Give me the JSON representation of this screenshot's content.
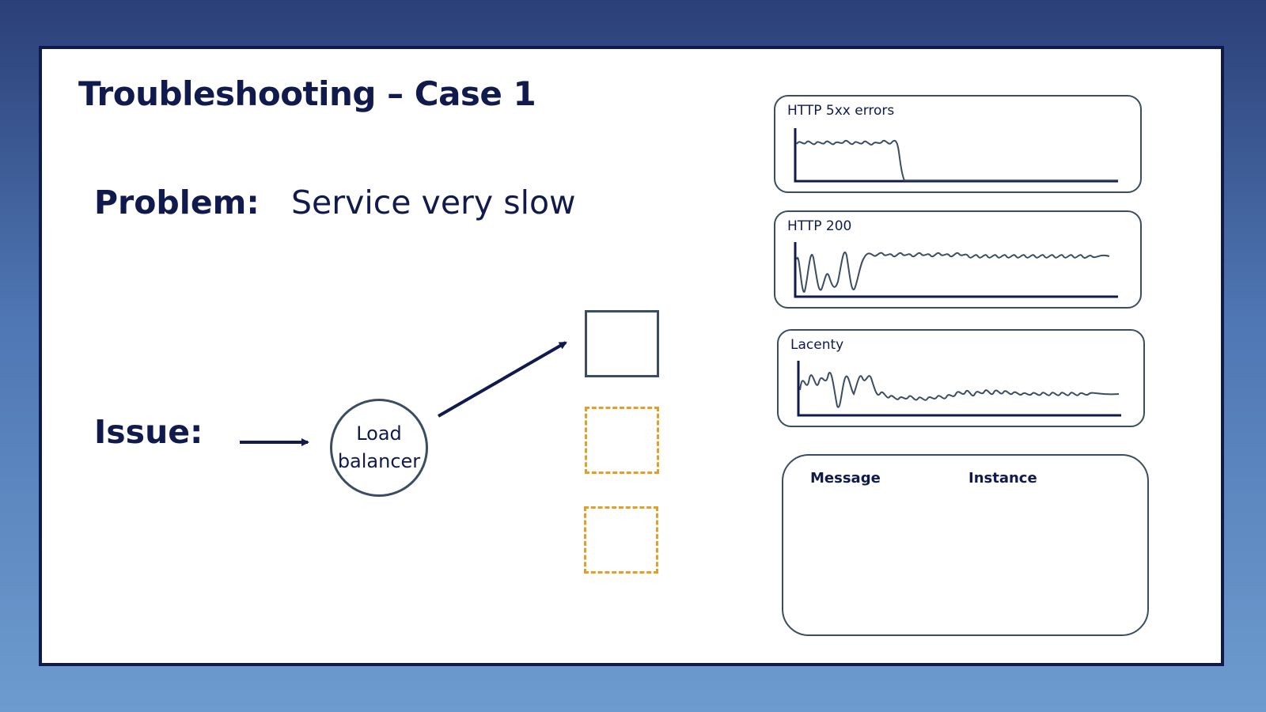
{
  "slide": {
    "title": "Troubleshooting – Case 1",
    "problem_label": "Problem:",
    "problem_text": "Service very slow",
    "issue_label": "Issue:"
  },
  "diagram": {
    "load_balancer_line1": "Load",
    "load_balancer_line2": "balancer",
    "instances": [
      {
        "state": "healthy",
        "style": "solid"
      },
      {
        "state": "unavailable",
        "style": "dashed"
      },
      {
        "state": "unavailable",
        "style": "dashed"
      }
    ],
    "colors": {
      "navy": "#111a4d",
      "outline": "#3b4d63",
      "dashed": "#e2a028"
    }
  },
  "panels": {
    "errors_title": "HTTP 5xx errors",
    "ok_title": "HTTP 200",
    "latency_title": "Lacenty",
    "log_columns": [
      "Message",
      "Instance"
    ]
  }
}
